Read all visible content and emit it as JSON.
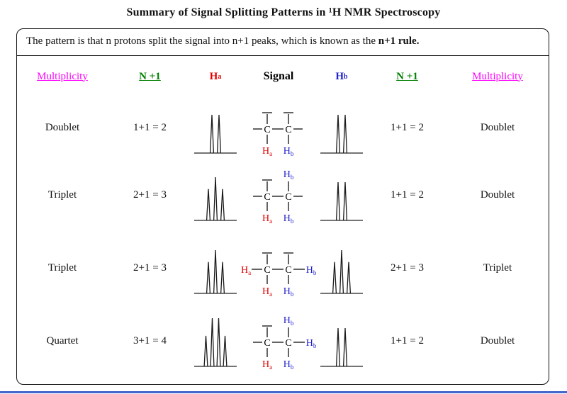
{
  "page": {
    "title": "Summary of Signal Splitting Patterns in ¹H NMR Spectroscopy",
    "rule_sentence": {
      "normal": "The pattern is that n protons split the signal into n+1 peaks, which is known as the ",
      "bold": "n+1 rule."
    }
  },
  "colors": {
    "multiplicity_header": "#ff00ff",
    "n_plus_1_header": "#008000",
    "ha_label": "#e00000",
    "hb_label": "#2222cc",
    "bond": "#222222",
    "bottom_line": "#4466cc"
  },
  "headers": {
    "multiplicity_left": "Multiplicity",
    "n1_left": "N +1",
    "ha": {
      "text": "H",
      "sub": "a"
    },
    "signal": "Signal",
    "hb": {
      "text": "H",
      "sub": "b"
    },
    "n1_right": "N +1",
    "multiplicity_right": "Multiplicity"
  },
  "rows": [
    {
      "left_multiplicity": "Doublet",
      "left_formula": "1+1 = 2",
      "left_peaks": 2,
      "structure": {
        "carbons": [
          "C",
          "C"
        ],
        "stubs": [
          "top-left",
          "top-right",
          "left",
          "right"
        ],
        "labels": [
          {
            "slot": "bottom-left",
            "text": "H",
            "sub": "a",
            "color": "#e00000"
          },
          {
            "slot": "bottom-right",
            "text": "H",
            "sub": "b",
            "color": "#2222cc"
          }
        ]
      },
      "right_peaks": 2,
      "right_formula": "1+1 = 2",
      "right_multiplicity": "Doublet"
    },
    {
      "left_multiplicity": "Triplet",
      "left_formula": "2+1 = 3",
      "left_peaks": 3,
      "structure": {
        "carbons": [
          "C",
          "C"
        ],
        "stubs": [
          "top-left",
          "left",
          "right"
        ],
        "labels": [
          {
            "slot": "top-right",
            "text": "H",
            "sub": "b",
            "color": "#2222cc"
          },
          {
            "slot": "bottom-left",
            "text": "H",
            "sub": "a",
            "color": "#e00000"
          },
          {
            "slot": "bottom-right",
            "text": "H",
            "sub": "b",
            "color": "#2222cc"
          }
        ]
      },
      "right_peaks": 2,
      "right_formula": "1+1 = 2",
      "right_multiplicity": "Doublet"
    },
    {
      "left_multiplicity": "Triplet",
      "left_formula": "2+1 = 3",
      "left_peaks": 3,
      "structure": {
        "carbons": [
          "C",
          "C"
        ],
        "stubs": [
          "top-left",
          "top-right"
        ],
        "labels": [
          {
            "slot": "left",
            "text": "H",
            "sub": "a",
            "color": "#e00000"
          },
          {
            "slot": "right",
            "text": "H",
            "sub": "b",
            "color": "#2222cc"
          },
          {
            "slot": "bottom-left",
            "text": "H",
            "sub": "a",
            "color": "#e00000"
          },
          {
            "slot": "bottom-right",
            "text": "H",
            "sub": "b",
            "color": "#2222cc"
          }
        ]
      },
      "right_peaks": 3,
      "right_formula": "2+1 = 3",
      "right_multiplicity": "Triplet"
    },
    {
      "left_multiplicity": "Quartet",
      "left_formula": "3+1 = 4",
      "left_peaks": 4,
      "structure": {
        "carbons": [
          "C",
          "C"
        ],
        "stubs": [
          "top-left",
          "left"
        ],
        "labels": [
          {
            "slot": "top-right",
            "text": "H",
            "sub": "b",
            "color": "#2222cc"
          },
          {
            "slot": "right",
            "text": "H",
            "sub": "b",
            "color": "#2222cc"
          },
          {
            "slot": "bottom-left",
            "text": "H",
            "sub": "a",
            "color": "#e00000"
          },
          {
            "slot": "bottom-right",
            "text": "H",
            "sub": "b",
            "color": "#2222cc"
          }
        ]
      },
      "right_peaks": 2,
      "right_formula": "1+1 = 2",
      "right_multiplicity": "Doublet"
    }
  ]
}
